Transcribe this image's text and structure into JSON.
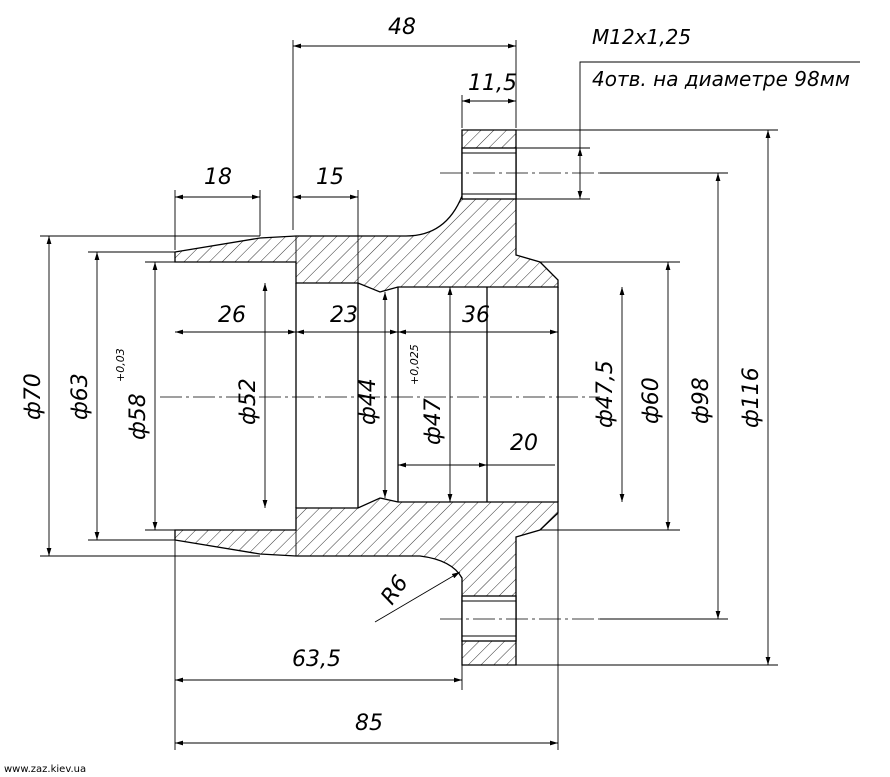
{
  "notes": {
    "thread": "M12x1,25",
    "holes": "4отв. на диаметре 98мм"
  },
  "credit": "www.zaz.kiev.ua",
  "dimensions": {
    "len_48": "48",
    "len_11_5": "11,5",
    "len_18": "18",
    "len_15": "15",
    "len_26": "26",
    "len_23": "23",
    "len_36": "36",
    "len_20": "20",
    "len_63_5": "63,5",
    "len_85": "85",
    "radius": "R6",
    "dia_70": "ф70",
    "dia_63": "ф63",
    "dia_58": "ф58",
    "dia_58_tol": "+0,03",
    "dia_52": "ф52",
    "dia_44": "ф44",
    "dia_47": "ф47",
    "dia_47_tol": "+0,025",
    "dia_47_5": "ф47,5",
    "dia_60": "ф60",
    "dia_98": "ф98",
    "dia_116": "ф116"
  }
}
